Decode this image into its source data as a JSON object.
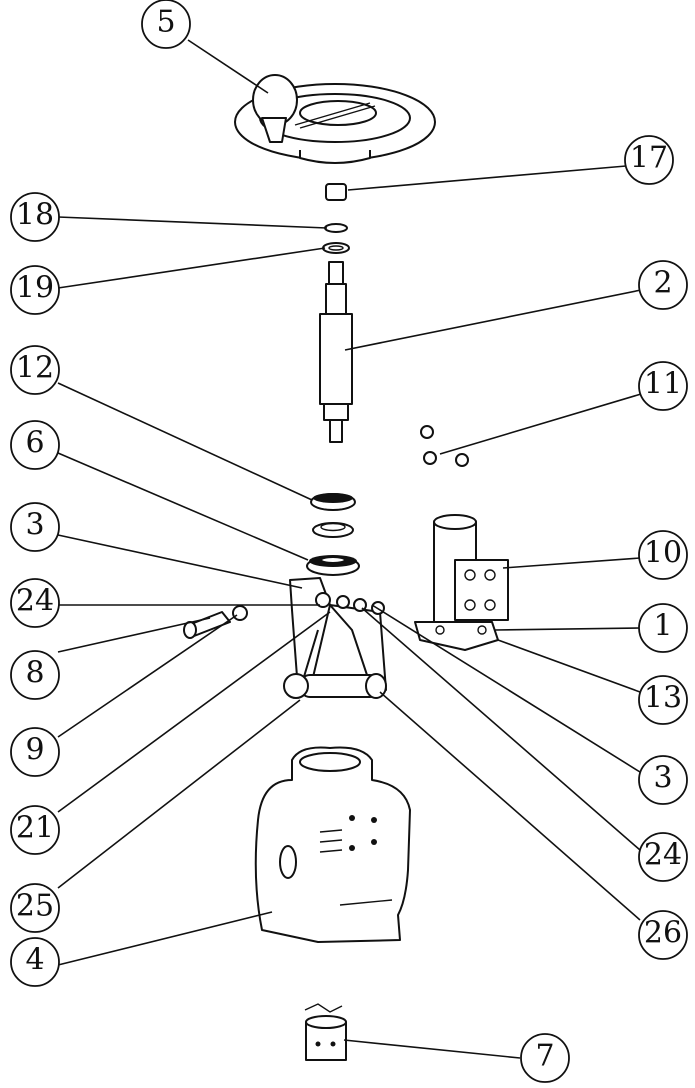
{
  "callouts": [
    {
      "id": "c5",
      "label": "5"
    },
    {
      "id": "c17",
      "label": "17"
    },
    {
      "id": "c18",
      "label": "18"
    },
    {
      "id": "c19",
      "label": "19"
    },
    {
      "id": "c2",
      "label": "2"
    },
    {
      "id": "c12",
      "label": "12"
    },
    {
      "id": "c11",
      "label": "11"
    },
    {
      "id": "c6",
      "label": "6"
    },
    {
      "id": "c3a",
      "label": "3"
    },
    {
      "id": "c10",
      "label": "10"
    },
    {
      "id": "c24a",
      "label": "24"
    },
    {
      "id": "c1",
      "label": "1"
    },
    {
      "id": "c8",
      "label": "8"
    },
    {
      "id": "c13",
      "label": "13"
    },
    {
      "id": "c9",
      "label": "9"
    },
    {
      "id": "c3b",
      "label": "3"
    },
    {
      "id": "c21",
      "label": "21"
    },
    {
      "id": "c24b",
      "label": "24"
    },
    {
      "id": "c25",
      "label": "25"
    },
    {
      "id": "c26",
      "label": "26"
    },
    {
      "id": "c4",
      "label": "4"
    },
    {
      "id": "c7",
      "label": "7"
    }
  ],
  "colors": {
    "line": "#111111",
    "background": "#ffffff"
  }
}
